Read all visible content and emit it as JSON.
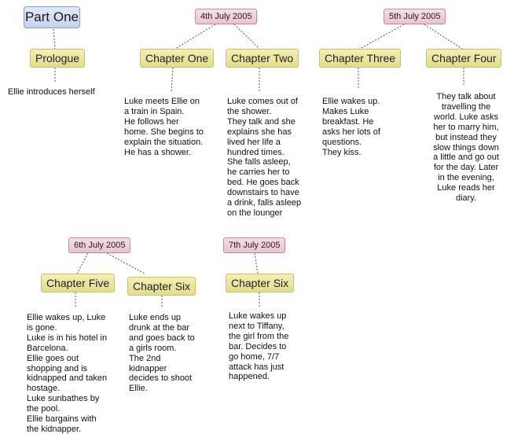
{
  "root": {
    "label": "Part One"
  },
  "dates": [
    {
      "label": "4th July 2005"
    },
    {
      "label": "5th July 2005"
    },
    {
      "label": "6th July 2005"
    },
    {
      "label": "7th July 2005"
    }
  ],
  "chapters": [
    {
      "label": "Prologue"
    },
    {
      "label": "Chapter One"
    },
    {
      "label": "Chapter Two"
    },
    {
      "label": "Chapter Three"
    },
    {
      "label": "Chapter Four"
    },
    {
      "label": "Chapter Five"
    },
    {
      "label": "Chapter Six"
    },
    {
      "label": "Chapter Six"
    }
  ],
  "notes": [
    {
      "text": "Ellie introduces herself"
    },
    {
      "text": "Luke meets Ellie on\na train in Spain.\nHe follows her\nhome. She begins to\nexplain the situation.\nHe has a shower."
    },
    {
      "text": "Luke comes out of\nthe shower.\nThey talk and she\nexplains she has\nlived her life a\nhundred times.\nShe falls asleep,\nhe carries her to\nbed. He goes back\ndownstairs to have\na drink, falls asleep\non the lounger"
    },
    {
      "text": "Ellie wakes up.\nMakes Luke\nbreakfast. He\nasks her lots of\nquestions.\nThey kiss."
    },
    {
      "text": "They talk about\ntravelling the\nworld. Luke asks\nher to marry him,\nbut instead they\nslow things down\na little and go out\nfor the day. Later\nin the evening,\nLuke reads her\ndiary."
    },
    {
      "text": "Ellie wakes up, Luke\nis gone.\nLuke is in his hotel in\nBarcelona.\nEllie goes out\nshopping and is\nkidnapped and taken\nhostage.\nLuke sunbathes by\nthe pool.\nEllie bargains with\nthe kidnapper."
    },
    {
      "text": "Luke ends up\ndrunk at the bar\nand goes back to\na girls room.\nThe 2nd\nkidnapper\ndecides to shoot\nEllie."
    },
    {
      "text": "Luke wakes up\nnext to Tiffany,\nthe girl from the\nbar. Decides to\ngo home, 7/7\nattack has just\nhappened."
    }
  ]
}
